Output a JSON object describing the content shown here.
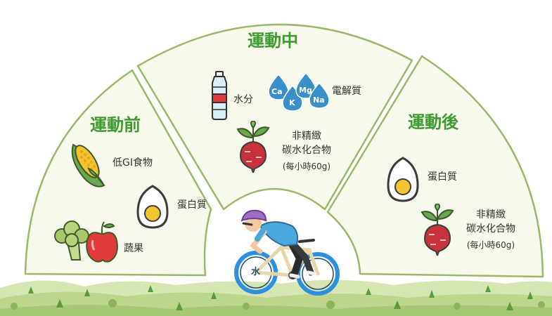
{
  "colors": {
    "panel_fill": "#f7f9ec",
    "panel_border": "#9bb86a",
    "title_green": "#3f9a30",
    "grass_light": "#b8d48a",
    "grass_dark": "#5c9b3a",
    "tire_blue": "#2c8fe0",
    "jersey_blue": "#4aa8dc",
    "helmet_purple": "#a26dc9"
  },
  "sections": {
    "before": {
      "title": "運動前",
      "items": [
        {
          "icon": "corn-icon",
          "label": "低GI食物"
        },
        {
          "icon": "egg-icon",
          "label": "蛋白質"
        },
        {
          "icon": "broccoli-apple-icon",
          "label": "蔬果"
        }
      ]
    },
    "during": {
      "title": "運動中",
      "water_label": "水分",
      "electrolyte_label": "電解質",
      "carb_line1": "非精緻",
      "carb_line2": "碳水化合物",
      "carb_note": "(每小時60g)"
    },
    "after": {
      "title": "運動後",
      "protein_label": "蛋白質",
      "carb_line1": "非精緻",
      "carb_line2": "碳水化合物",
      "carb_note": "(每小時60g)"
    }
  },
  "electrolyte_drops": [
    "Ca",
    "K",
    "Mg",
    "Na"
  ],
  "bike_wheel_label": "水"
}
